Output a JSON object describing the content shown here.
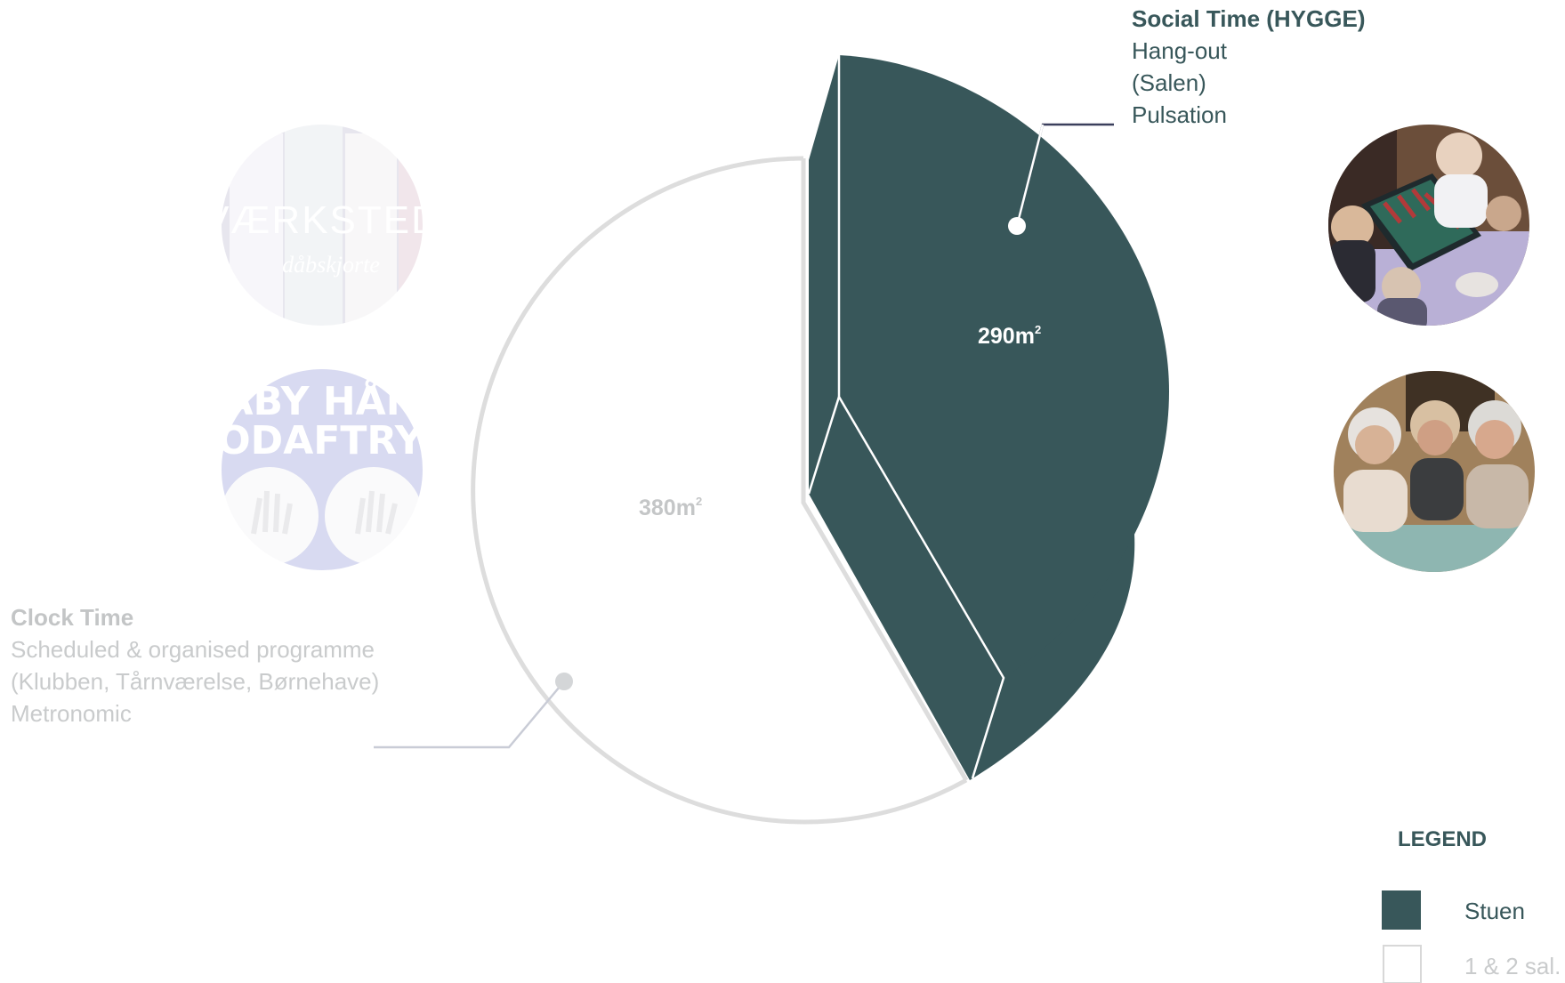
{
  "colors": {
    "primary": "#38575a",
    "faded": "#c9cbcc",
    "outline": "#dddddd"
  },
  "social_time": {
    "title": "Social Time (HYGGE)",
    "lines": [
      "Hang-out",
      "(Salen)",
      "Pulsation"
    ],
    "area_value": "290m",
    "area_unit": "2"
  },
  "clock_time": {
    "title": "Clock Time",
    "lines": [
      "Scheduled & organised programme",
      "(Klubben, Tårnværelse, Børnehave)",
      "Metronomic"
    ],
    "area_value": "380m",
    "area_unit": "2"
  },
  "photos": {
    "left_top": {
      "icon": "workshop-photo",
      "overlay_text": [
        "VÆRKSTED",
        "dåbskjorte"
      ]
    },
    "left_bottom": {
      "icon": "baby-handprint-photo",
      "overlay_text": [
        "BABY HÅND",
        "FODAFTRYK"
      ]
    },
    "right_top": {
      "icon": "backgammon-game-photo"
    },
    "right_bottom": {
      "icon": "laughing-women-photo"
    }
  },
  "legend": {
    "title": "LEGEND",
    "items": [
      {
        "label": "Stuen",
        "swatch": "filled",
        "color": "#38575a"
      },
      {
        "label": "1 & 2 sal.",
        "swatch": "outline",
        "color": "#c9cbcc"
      }
    ]
  }
}
